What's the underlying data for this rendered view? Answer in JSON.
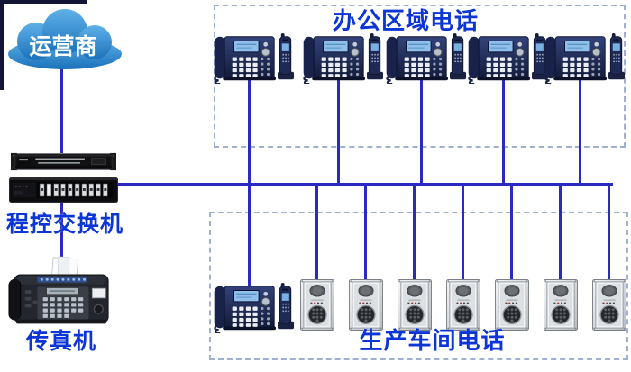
{
  "diagram": {
    "operator": {
      "label": "运营商"
    },
    "office_zone": {
      "title": "办公区域电话",
      "desk_phone_count": 5
    },
    "production_zone": {
      "title": "生产车间电话",
      "desk_phone_count": 1,
      "wall_intercom_count": 7
    },
    "switchboard": {
      "label": "程控交换机",
      "rack_unit_count": 2
    },
    "fax": {
      "label": "传真机"
    },
    "colors": {
      "connector_blue": "#2a2ac0",
      "label_blue": "#0b35d6",
      "cloud_blue": "#2e86c9",
      "zone_border": "#9fb0d0",
      "device_navy": "#1e2a55",
      "intercom_steel": "#d9dce0"
    }
  }
}
